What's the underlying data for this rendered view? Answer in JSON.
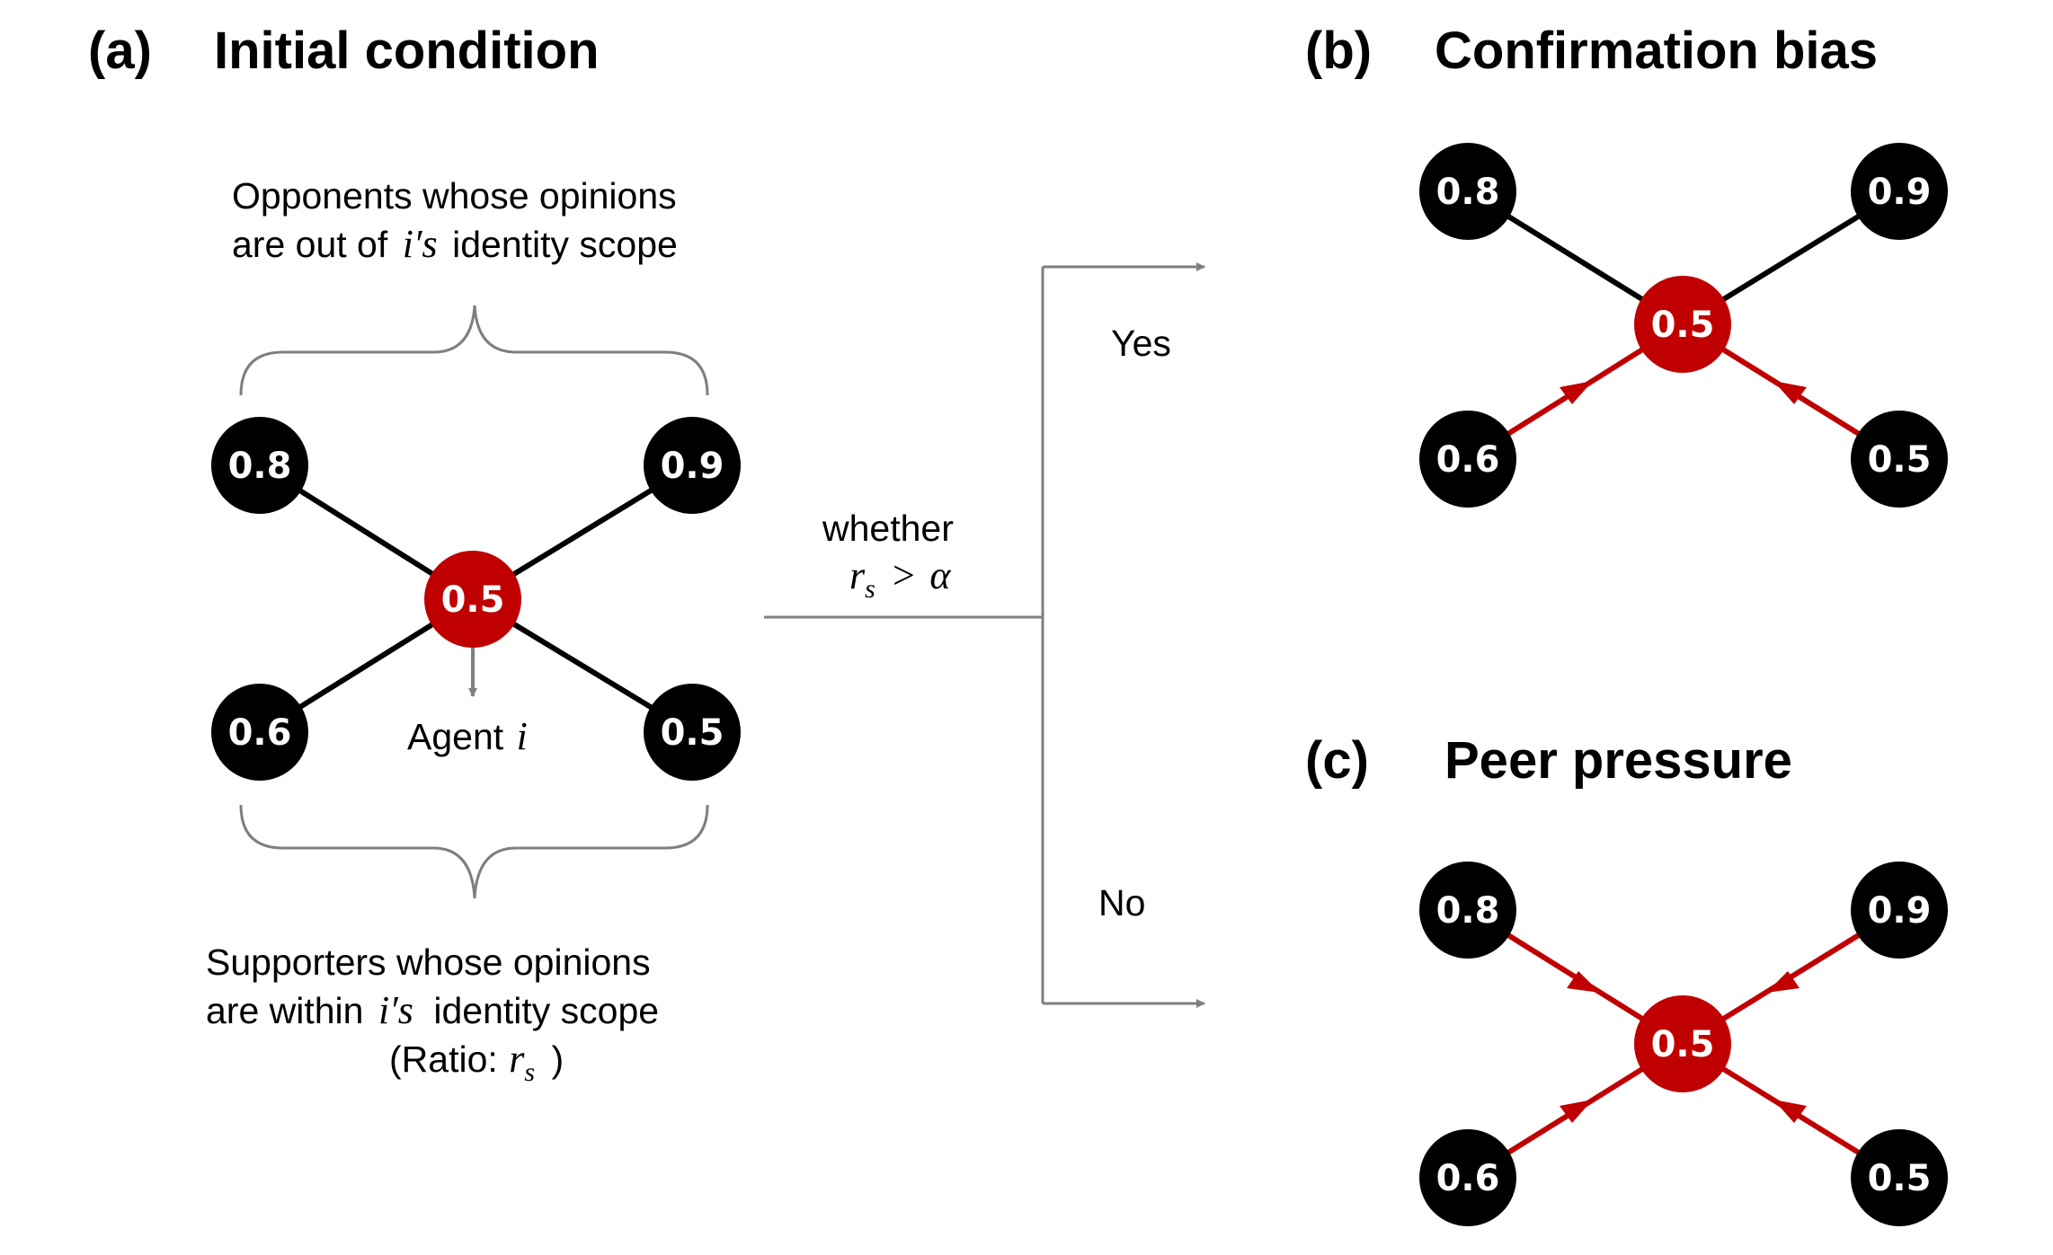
{
  "colors": {
    "agent": "#c00000",
    "neighbor": "#000000",
    "arrow": "#c00000",
    "connector": "#7f7f7f"
  },
  "panel_a": {
    "letter": "(a)",
    "title": "Initial condition",
    "opponents_line1": "Opponents whose opinions",
    "opponents_line2_pre": "are out of",
    "scope_var": "i",
    "scope_prime": "′s",
    "opponents_line2_post": "identity scope",
    "supporters_line1": "Supporters whose opinions",
    "supporters_line2_pre": "are within",
    "supporters_line2_post": "identity scope",
    "ratio_pre": "(Ratio:",
    "ratio_var": "r",
    "ratio_sub": "s",
    "ratio_post": ")",
    "agent_label": "Agent",
    "agent_var": "i",
    "nodes": {
      "top_left": "0.8",
      "top_right": "0.9",
      "center": "0.5",
      "bottom_left": "0.6",
      "bottom_right": "0.5"
    }
  },
  "decision": {
    "condition_word": "whether",
    "cond_var": "r",
    "cond_sub": "s",
    "cond_op": ">",
    "cond_alpha": "α",
    "yes_label": "Yes",
    "no_label": "No"
  },
  "panel_b": {
    "letter": "(b)",
    "title": "Confirmation bias",
    "nodes": {
      "top_left": "0.8",
      "top_right": "0.9",
      "center": "0.5",
      "bottom_left": "0.6",
      "bottom_right": "0.5"
    }
  },
  "panel_c": {
    "letter": "(c)",
    "title": "Peer pressure",
    "nodes": {
      "top_left": "0.8",
      "top_right": "0.9",
      "center": "0.5",
      "bottom_left": "0.6",
      "bottom_right": "0.5"
    }
  }
}
